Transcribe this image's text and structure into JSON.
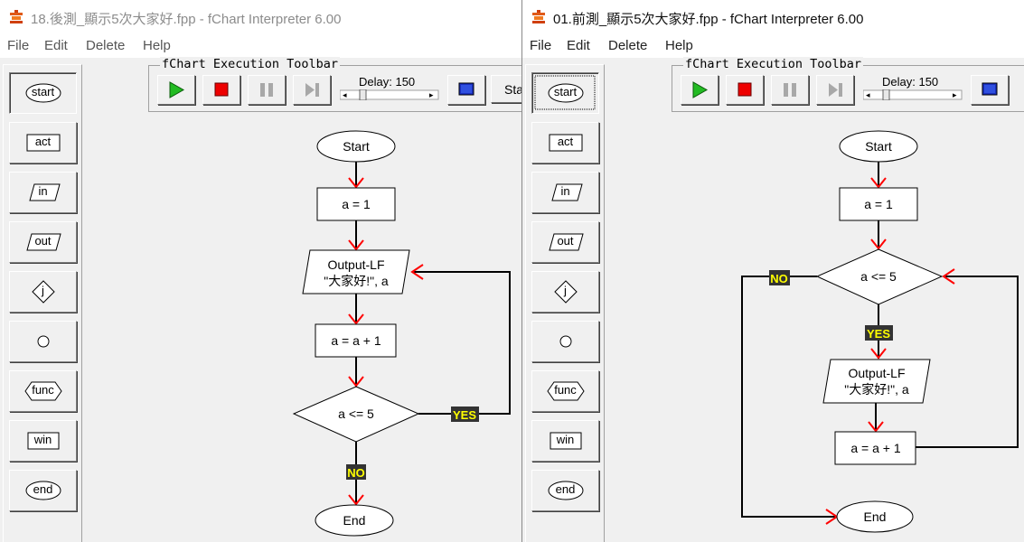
{
  "left_window": {
    "title": "18.後測_顯示5次大家好.fpp - fChart Interpreter 6.00",
    "menu": [
      "File",
      "Edit",
      "Delete",
      "Help"
    ],
    "toolbar": {
      "caption": "fChart Execution Toolbar",
      "delay_label": "Delay: 150",
      "extra_button": "Sta"
    },
    "palette": [
      "start",
      "act",
      "in",
      "out",
      "j",
      "",
      "func",
      "win",
      "end"
    ],
    "flowchart": {
      "start": "Start",
      "init": "a = 1",
      "output_line1": "Output-LF",
      "output_line2": "\"大家好!\", a",
      "increment": "a = a + 1",
      "condition": "a <= 5",
      "yes": "YES",
      "no": "NO",
      "end": "End"
    }
  },
  "right_window": {
    "title": "01.前測_顯示5次大家好.fpp - fChart Interpreter 6.00",
    "menu": [
      "File",
      "Edit",
      "Delete",
      "Help"
    ],
    "toolbar": {
      "caption": "fChart Execution Toolbar",
      "delay_label": "Delay: 150"
    },
    "palette": [
      "start",
      "act",
      "in",
      "out",
      "j",
      "",
      "func",
      "win",
      "end"
    ],
    "flowchart": {
      "start": "Start",
      "init": "a = 1",
      "condition": "a <= 5",
      "no": "NO",
      "yes": "YES",
      "output_line1": "Output-LF",
      "output_line2": "\"大家好!\", a",
      "increment": "a = a + 1",
      "end": "End"
    }
  },
  "colors": {
    "arrow_red": "#ff0000",
    "label_bg": "#333333",
    "label_fg": "#ffff00",
    "play_green": "#22bb22",
    "stop_red": "#ee0000"
  }
}
